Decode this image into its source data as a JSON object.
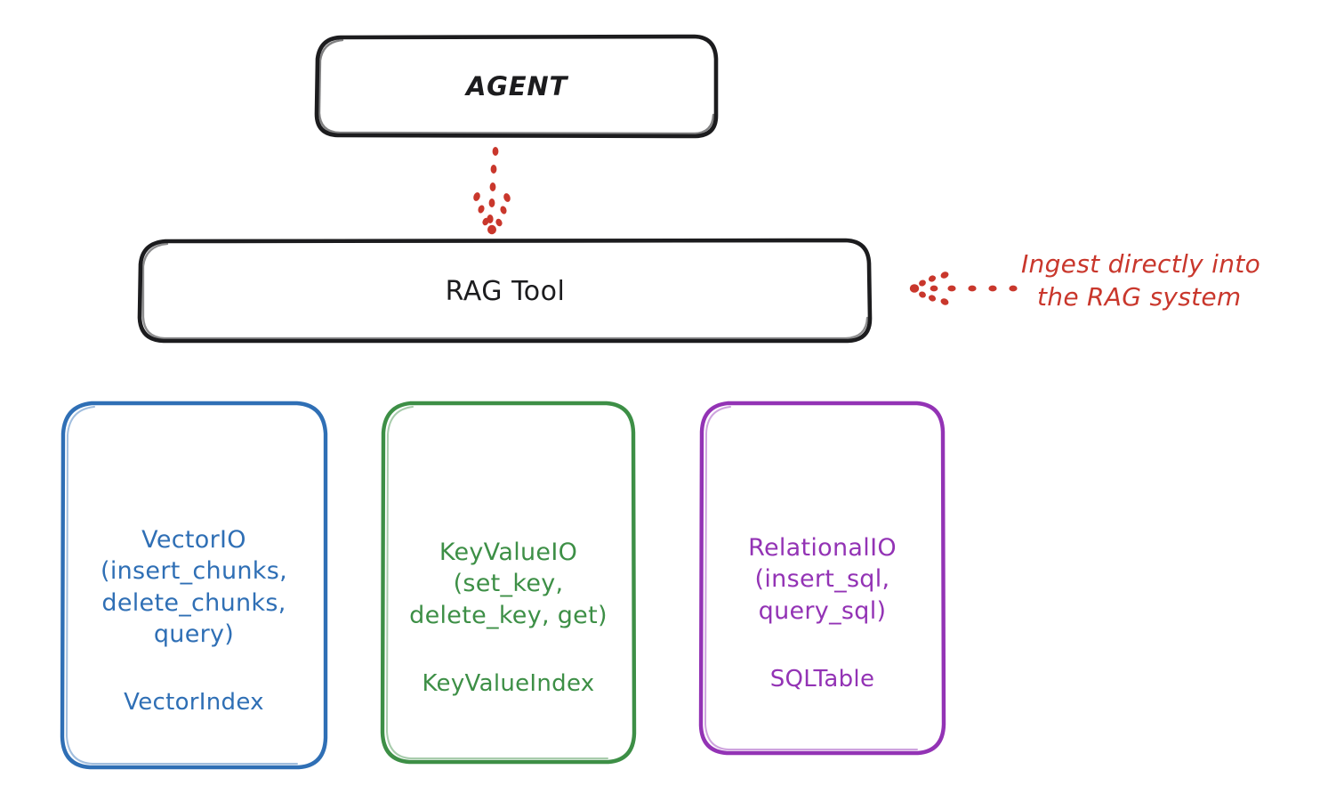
{
  "diagram": {
    "title": "RAG Tool architecture (hand-drawn style)",
    "background": "#ffffff",
    "colors": {
      "black": "#1c1c1e",
      "blue": "#2f6fb5",
      "green": "#3d8f46",
      "purple": "#9333b5",
      "red": "#c9372c"
    }
  },
  "nodes": {
    "agent": {
      "label": "AGENT",
      "color": "#1c1c1e"
    },
    "rag_tool": {
      "label": "RAG Tool",
      "color": "#1c1c1e"
    },
    "vector": {
      "title": "VectorIO\n(insert_chunks,\ndelete_chunks,\nquery)",
      "index": "VectorIndex",
      "color": "#2f6fb5"
    },
    "keyvalue": {
      "title": "KeyValueIO\n(set_key,\ndelete_key, get)",
      "index": "KeyValueIndex",
      "color": "#3d8f46"
    },
    "relational": {
      "title": "RelationalIO\n(insert_sql,\nquery_sql)",
      "index": "SQLTable",
      "color": "#9333b5"
    }
  },
  "annotations": {
    "ingest": {
      "line1": "Ingest directly into",
      "line2": "the RAG system",
      "color": "#c9372c"
    }
  },
  "connectors": [
    {
      "name": "agent-to-rag-tool",
      "style": "dotted-arrow",
      "direction": "down",
      "color": "#c9372c"
    },
    {
      "name": "ingest-to-rag-tool",
      "style": "dotted-arrow",
      "direction": "left",
      "color": "#c9372c"
    }
  ]
}
